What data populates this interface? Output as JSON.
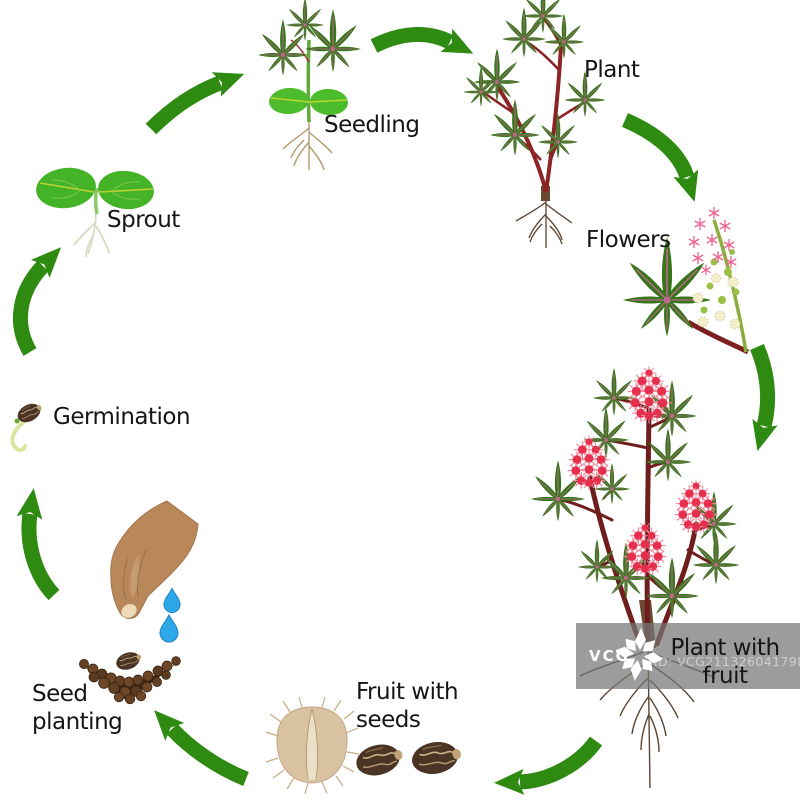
{
  "stages": {
    "sprout": {
      "label": "Sprout"
    },
    "seedling": {
      "label": "Seedling"
    },
    "plant": {
      "label": "Plant"
    },
    "flowers": {
      "label": "Flowers"
    },
    "plant_with_fruit": {
      "label": "Plant with fruit"
    },
    "fruit_with_seeds": {
      "label": "Fruit with seeds"
    },
    "seed_planting": {
      "label": "Seed planting"
    },
    "germination": {
      "label": "Germination"
    }
  },
  "cycle_order": [
    "seed_planting",
    "germination",
    "sprout",
    "seedling",
    "plant",
    "flowers",
    "plant_with_fruit",
    "fruit_with_seeds"
  ],
  "watermark": {
    "brand": "VCG",
    "id_text": "ID: VCG211326041798"
  },
  "colors": {
    "background": "#ffffff",
    "arrow_green": "#2e8a10",
    "leaf_dark_green": "#36761b",
    "leaf_bright_green": "#44b327",
    "leaf_vein_pink": "#c0688c",
    "stem_red": "#8c2325",
    "fruit_red": "#e62e4d",
    "flower_pink": "#ee6492",
    "flower_cream": "#f3efca",
    "water_blue": "#2ea7e8",
    "soil_brown": "#5a3a1e",
    "hand_tan": "#b8875a",
    "seed_brown": "#4a3424",
    "root_tan": "#b49a6e",
    "label_text": "#151515"
  }
}
